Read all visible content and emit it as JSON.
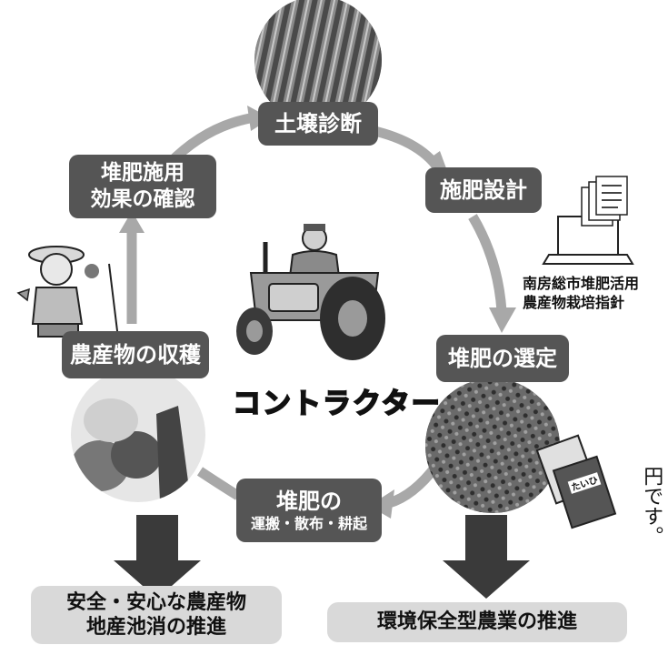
{
  "cycle_steps": {
    "soil_diagnosis": "土壌診断",
    "fertilizer_design": "施肥設計",
    "compost_selection": "堆肥の選定",
    "compost_transport_title": "堆肥の",
    "compost_transport_sub": "運搬・散布・耕起",
    "harvest": "農産物の収穫",
    "effect_check_line1": "堆肥施用",
    "effect_check_line2": "効果の確認"
  },
  "document_label": {
    "line1": "南房総市堆肥活用",
    "line2": "農産物栽培指針"
  },
  "center_label": "コントラクター",
  "outcomes": {
    "left_line1": "安全・安心な農産物",
    "left_line2": "地産池消の推進",
    "right": "環境保全型農業の推進"
  },
  "side_note": "円です。",
  "bag_label": "たいひ",
  "colors": {
    "step_box": "#555555",
    "arrow": "#a8a8a8",
    "outcome_box": "#d9d9d9",
    "big_arrow": "#3a3a3a"
  },
  "icons": [
    "soil-field-photo",
    "laptop-documents-icon",
    "tractor-driver-illustration",
    "farmer-illustration",
    "vegetables-photo",
    "crop-field-photo",
    "compost-bag-icon"
  ]
}
